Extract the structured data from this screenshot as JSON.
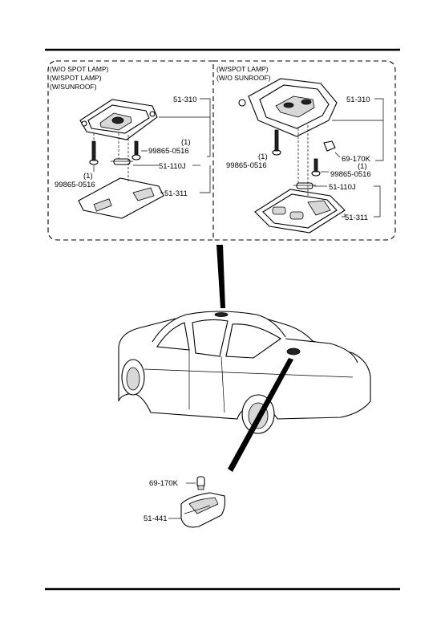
{
  "left_panel": {
    "conditions": [
      "(W/O SPOT LAMP)",
      "(W/SPOT LAMP)",
      "(W/SUNROOF)"
    ],
    "labels": {
      "housing": "51-310",
      "screw_qty": "(1)",
      "screw_right": "99865-0516",
      "bulb": "51-110J",
      "screw_left_qty": "(1)",
      "screw_left": "99865-0516",
      "lens": "51-311"
    }
  },
  "right_panel": {
    "conditions": [
      "(W/SPOT LAMP)",
      "(W/O SUNROOF)"
    ],
    "labels": {
      "housing": "51-310",
      "spot_bulb": "69-170K",
      "screw_left_qty": "(1)",
      "screw_left": "99865-0516",
      "screw_qty": "(1)",
      "screw_right": "99865-0516",
      "bulb": "51-110J",
      "lens": "51-311"
    }
  },
  "trunk_lamp": {
    "labels": {
      "bulb": "69-170K",
      "lamp": "51-441"
    }
  }
}
